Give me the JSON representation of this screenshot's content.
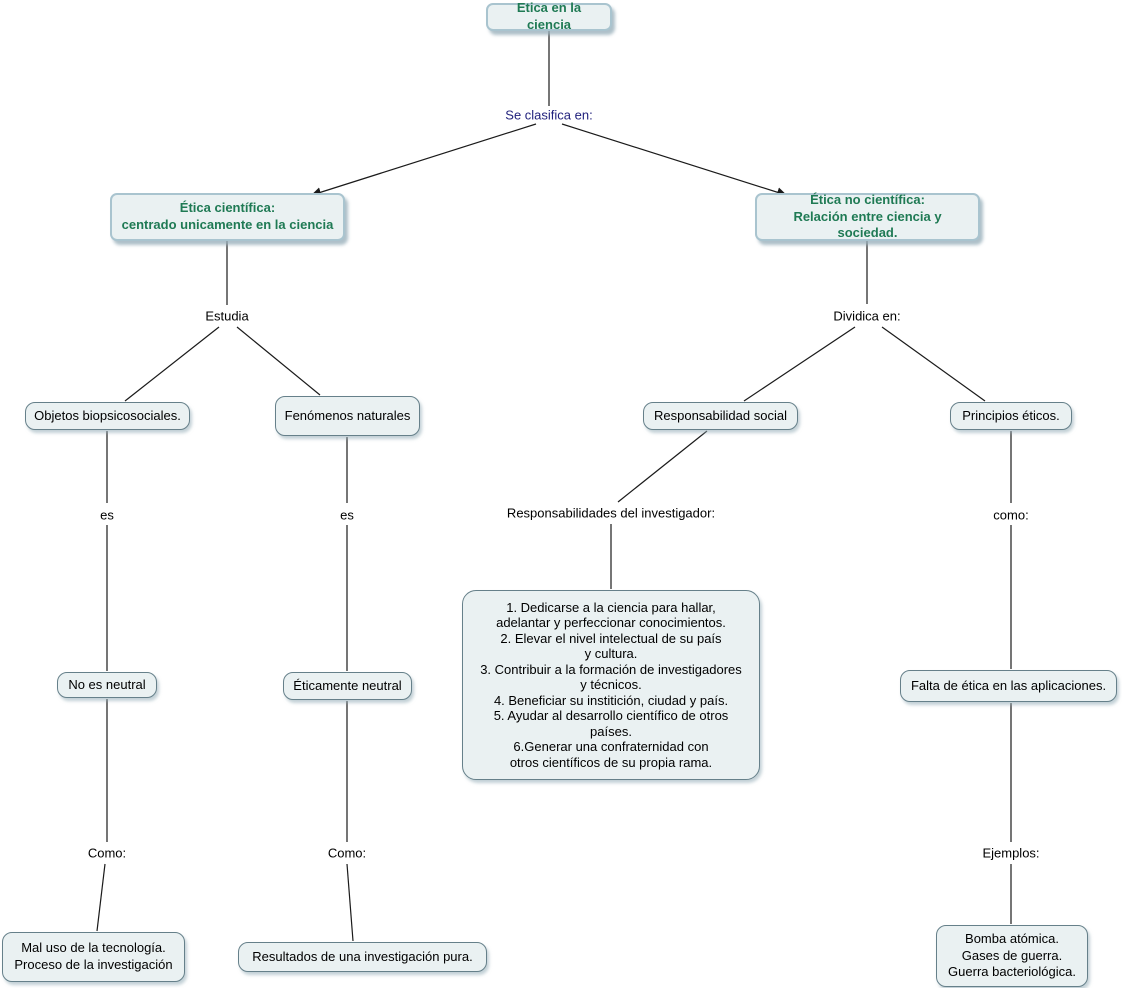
{
  "diagram": {
    "type": "concept-map",
    "language": "es",
    "root_topic": "Etica en la ciencia"
  },
  "colors": {
    "concept_title_text": "#1f7a54",
    "classification_link_text": "#22227d",
    "node_fill": "#eaf1f2",
    "node_border": "#66808a",
    "title_node_border": "#a9c4cf",
    "line": "#1a1a1a",
    "background": "#ffffff"
  },
  "nodes": {
    "root": {
      "label": "Etica en la ciencia"
    },
    "cientifica": {
      "label": "Ética científica:\ncentrado unicamente en la ciencia"
    },
    "no_cientifica": {
      "label": "Ética no científica:\nRelación entre ciencia y sociedad."
    },
    "objetos": {
      "label": "Objetos biopsicosociales."
    },
    "fenomenos": {
      "label": "Fenómenos naturales"
    },
    "resp_social": {
      "label": "Responsabilidad social"
    },
    "principios": {
      "label": "Principios éticos."
    },
    "lista_responsabilidades": {
      "label": "1. Dedicarse a la ciencia para hallar,\nadelantar y perfeccionar conocimientos.\n2. Elevar el nivel intelectual de su país\ny cultura.\n3. Contribuir a la formación de investigadores\ny técnicos.\n4. Beneficiar su institición, ciudad y país.\n5. Ayudar al desarrollo científico de otros\npaíses.\n6.Generar una confraternidad con\notros científicos de su propia rama."
    },
    "no_neutral": {
      "label": "No es neutral"
    },
    "eticamente_neutral": {
      "label": "Éticamente neutral"
    },
    "falta_etica": {
      "label": "Falta de ética en las aplicaciones."
    },
    "mal_uso": {
      "label": "Mal uso de la tecnología.\nProceso de la investigación"
    },
    "resultados": {
      "label": "Resultados de una investigación pura."
    },
    "bomba": {
      "label": "Bomba atómica.\nGases de guerra.\nGuerra bacteriológica."
    }
  },
  "links": {
    "se_clasifica": "Se clasifica en:",
    "estudia": "Estudia",
    "dividica": "Dividica en:",
    "es_left": "es",
    "es_mid": "es",
    "resp_investigador": "Responsabilidades del investigador:",
    "como_small": "como:",
    "como_left": "Como:",
    "como_mid": "Como:",
    "ejemplos": "Ejemplos:"
  }
}
